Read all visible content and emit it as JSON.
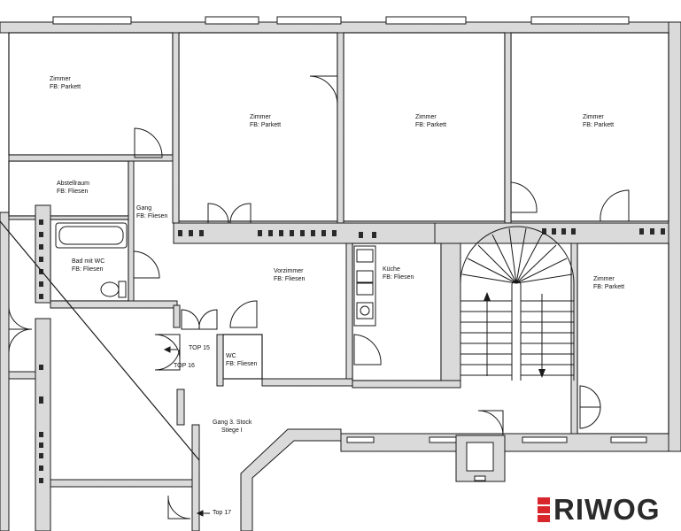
{
  "rooms": [
    {
      "key": "zimmer-1",
      "name": "Zimmer",
      "floor": "FB: Parkett"
    },
    {
      "key": "zimmer-2",
      "name": "Zimmer",
      "floor": "FB: Parkett"
    },
    {
      "key": "zimmer-3",
      "name": "Zimmer",
      "floor": "FB: Parkett"
    },
    {
      "key": "zimmer-4",
      "name": "Zimmer",
      "floor": "FB: Parkett"
    },
    {
      "key": "abstellraum",
      "name": "Abstellraum",
      "floor": "FB:  Fliesen"
    },
    {
      "key": "gang",
      "name": "Gang",
      "floor": "FB: Fliesen"
    },
    {
      "key": "bad-mit-wc",
      "name": "Bad mit WC",
      "floor": "FB: Fliesen"
    },
    {
      "key": "vorzimmer",
      "name": "Vorzimmer",
      "floor": "FB: Fliesen"
    },
    {
      "key": "kueche",
      "name": "Küche",
      "floor": "FB: Fliesen"
    },
    {
      "key": "zimmer-5",
      "name": "Zimmer",
      "floor": "FB: Parkett"
    },
    {
      "key": "wc",
      "name": "WC",
      "floor": "FB: Fliesen"
    },
    {
      "key": "gang-3-stock",
      "name": "Gang 3. Stock",
      "floor": "Stiege I"
    }
  ],
  "unit_labels": {
    "top15": "TOP 15",
    "top16": "TOP 16",
    "top17": "Top 17"
  },
  "logo": {
    "text": "RIWOG",
    "accent_color": "#d8262c",
    "text_color": "#2b2b2b"
  },
  "colors": {
    "wall_fill": "#d9d9d9",
    "line": "#1a1a1a"
  }
}
